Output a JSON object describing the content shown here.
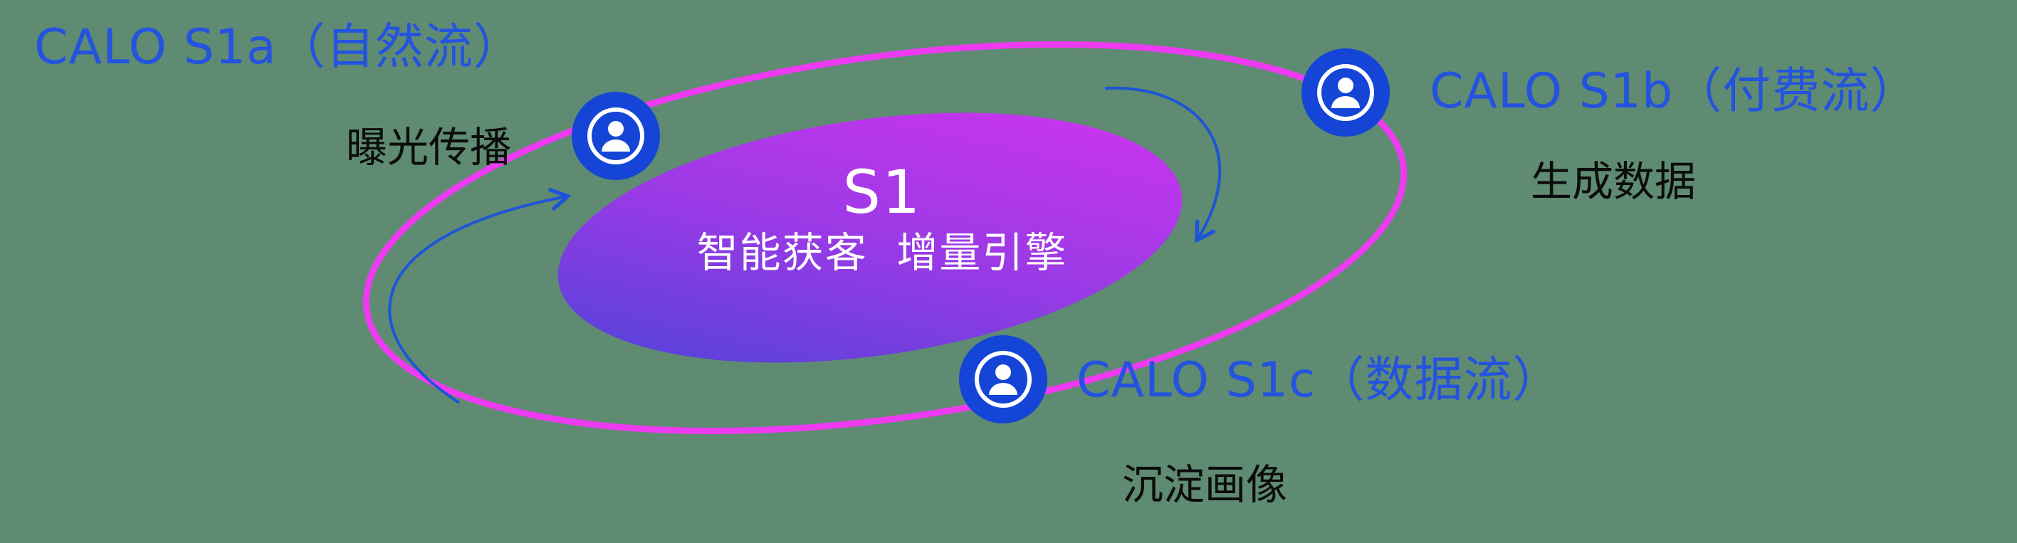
{
  "diagram": {
    "center": {
      "title": "S1",
      "subtitle": "智能获客  增量引擎"
    },
    "nodes": [
      {
        "id": "s1a",
        "label": "CALO S1a（自然流）",
        "sublabel": "曝光传播",
        "icon": "user-icon"
      },
      {
        "id": "s1b",
        "label": "CALO S1b（付费流）",
        "sublabel": "生成数据",
        "icon": "user-icon"
      },
      {
        "id": "s1c",
        "label": "CALO S1c（数据流）",
        "sublabel": "沉淀画像",
        "icon": "user-icon"
      }
    ],
    "colors": {
      "background_green": "#5e8b72",
      "label_blue": "#2453e0",
      "sublabel_dark": "#0c0c0c",
      "orbit_ring_magenta": "#ee3bf2",
      "ellipse_gradient_start": "#4644d7",
      "ellipse_gradient_mid": "#9b3ae6",
      "ellipse_gradient_end": "#d633f1",
      "icon_blue": "#1445d6",
      "arrow_blue": "#1d55d8",
      "center_text_white": "#ffffff"
    }
  }
}
